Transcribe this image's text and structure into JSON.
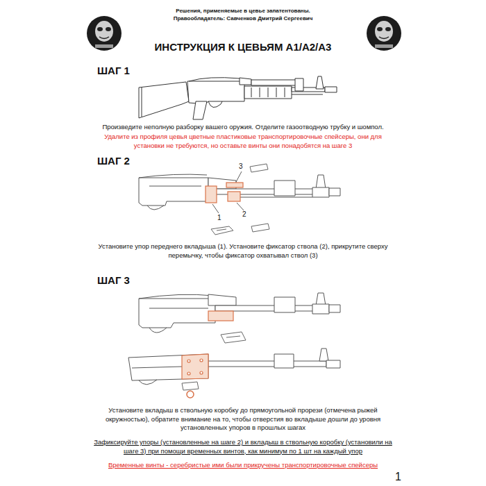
{
  "diagram": {
    "title": "ИНСТРУКЦИЯ К ЦЕВЬЯМ А1/А2/А3",
    "labels": [
      "Решения, применяемые в цевье запатентованы.",
      "Правообладатель: Савченков Дмитрий Сергеевич",
      "ШАГ 1",
      "Произведите неполную разборку вашего оружия. Отделите газоотводную трубку и шомпол.",
      "Удалите из профиля цевья цветные пластиковые транспортировочные спейсеры, они для установки не требуются, но оставьте винты они понадобятся на шаге 3",
      "ШАГ 2",
      "3",
      "1",
      "2",
      "Установите упор переднего вкладыша (1). Установите фиксатор ствола (2), прикрутите сверху перемычку, чтобы фиксатор охватывал ствол (3)",
      "ШАГ 3",
      "Установите вкладыш в ствольную коробку до прямоугольной прорези (отмечена рыжей окружностью), обратите внимание на то, чтобы отверстия во вкладыше дошли до уровня установленных упоров в прошлых шагах",
      "Зафиксируйте упоры (установленные на шаге 2) и вкладыш в ствольную коробку (установили на шаге 3) при помощи временных винтов, как минимум по 1 шт на каждый упор",
      "Временные винты - серебристые ими были прикручены транспортировочные спейсеры",
      "1"
    ]
  }
}
